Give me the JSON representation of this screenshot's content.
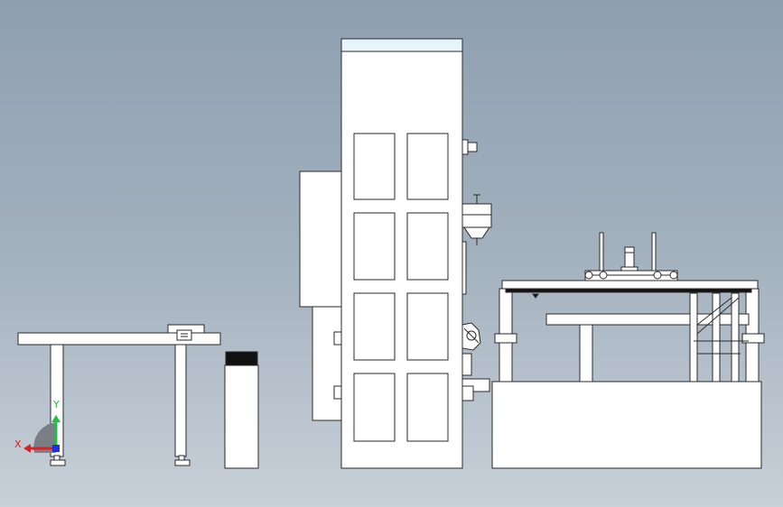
{
  "viewport": {
    "background_top": "#8e9fb0",
    "background_bottom": "#c8d0d8",
    "line_color": "#2a2a2a",
    "part_fill": "#ffffff"
  },
  "triad": {
    "x_label": "X",
    "y_label": "Y",
    "x_color": "#e02020",
    "y_color": "#20c040",
    "z_color": "#2030e0"
  },
  "parts": [
    {
      "id": "side-table",
      "icon": "t-frame-table"
    },
    {
      "id": "bottle-container",
      "icon": "bottle"
    },
    {
      "id": "main-cabinet",
      "icon": "tall-cabinet",
      "panel_rows": 4,
      "panel_cols": 2
    },
    {
      "id": "conveyor-frame",
      "icon": "frame-assembly"
    }
  ]
}
